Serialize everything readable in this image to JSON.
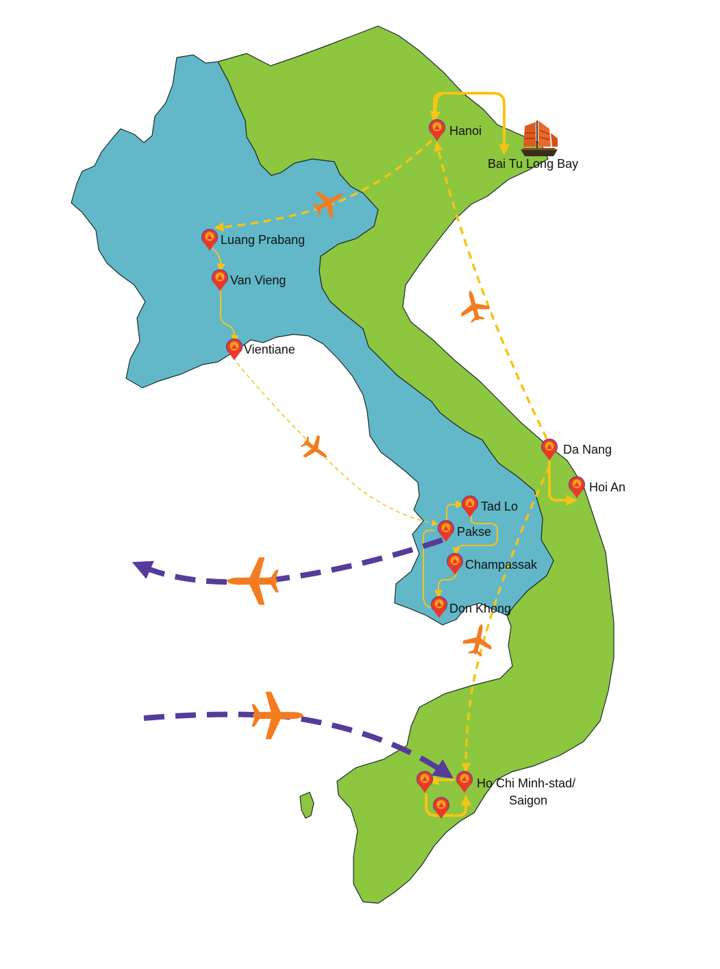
{
  "colors": {
    "vietnam": "#8dc63f",
    "laos": "#62b8c8",
    "route": "#f6c417",
    "plane": "#f47c20",
    "international": "#553c9a",
    "pin_ring": "#553c9a",
    "pin_fill": "#e8392c",
    "pin_inner": "#f9a11b"
  },
  "icons": {
    "pin": "location-pin-icon",
    "plane": "airplane-icon",
    "boat": "junk-boat-icon"
  },
  "cities": {
    "hanoi": "Hanoi",
    "bai_tu_long_bay": "Bai Tu Long Bay",
    "luang_prabang": "Luang Prabang",
    "van_vieng": "Van Vieng",
    "vientiane": "Vientiane",
    "da_nang": "Da Nang",
    "hoi_an": "Hoi An",
    "tad_lo": "Tad Lo",
    "pakse": "Pakse",
    "champassak": "Champassak",
    "don_khong": "Don Khong",
    "saigon_line1": "Ho Chi Minh-stad/",
    "saigon_line2": "Saigon"
  }
}
